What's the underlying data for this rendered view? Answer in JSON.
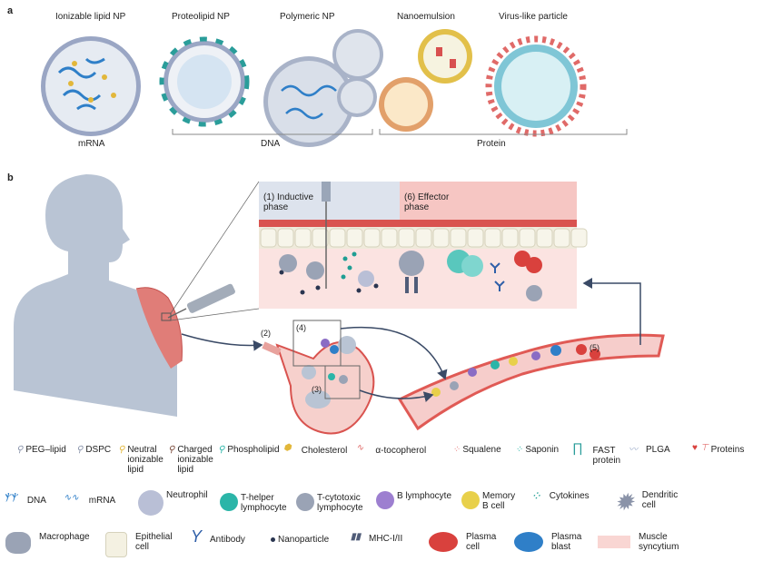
{
  "panel_a": {
    "label": "a",
    "particles": [
      "Ionizable lipid NP",
      "Proteolipid NP",
      "Polymeric NP",
      "Nanoemulsion",
      "Virus-like particle"
    ],
    "cargo": [
      "mRNA",
      "DNA",
      "Protein"
    ]
  },
  "panel_b": {
    "label": "b",
    "phases": {
      "inductive": "(1) Inductive\nphase",
      "effector": "(6) Effector\nphase"
    },
    "steps": {
      "s2": "(2)",
      "s3": "(3)",
      "s4": "(4)",
      "s5": "(5)"
    }
  },
  "legend": {
    "row1": [
      "PEG–lipid",
      "DSPC",
      "Neutral\nionizable\nlipid",
      "Charged\nionizable\nlipid",
      "Phospholipid",
      "Cholesterol",
      "α-tocopherol",
      "Squalene",
      "Saponin",
      "FAST\nprotein",
      "PLGA",
      "Proteins"
    ],
    "row2": [
      "DNA",
      "mRNA",
      "Neutrophil",
      "T-helper\nlymphocyte",
      "T-cytotoxic\nlymphocyte",
      "B lymphocyte",
      "Memory\nB cell",
      "Cytokines",
      "Dendritic\ncell"
    ],
    "row3": [
      "Macrophage",
      "Epithelial\ncell",
      "Antibody",
      "Nanoparticle",
      "MHC-I/II",
      "Plasma\ncell",
      "Plasma\nblast",
      "Muscle\nsyncytium"
    ]
  },
  "colors": {
    "body": "#b9c4d4",
    "muscle": "#e07d78",
    "inductive_bg": "#dde3ed",
    "effector_bg": "#f6c6c3",
    "tissue": "#fbe3e1",
    "vessel": "#e05a55",
    "arrow": "#3a4a66",
    "teal": "#2bb5a8",
    "blue": "#2f7fc8"
  }
}
